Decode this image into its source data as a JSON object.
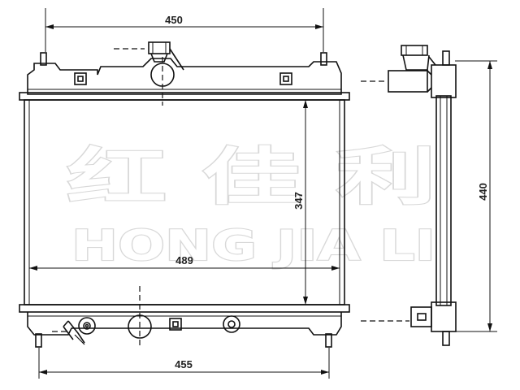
{
  "dimensions": {
    "top_width": "450",
    "bottom_width": "455",
    "core_width": "489",
    "core_height": "347",
    "total_height": "440"
  },
  "watermark": {
    "chinese": "红 佳 利",
    "latin": "HONG JIA LI"
  }
}
